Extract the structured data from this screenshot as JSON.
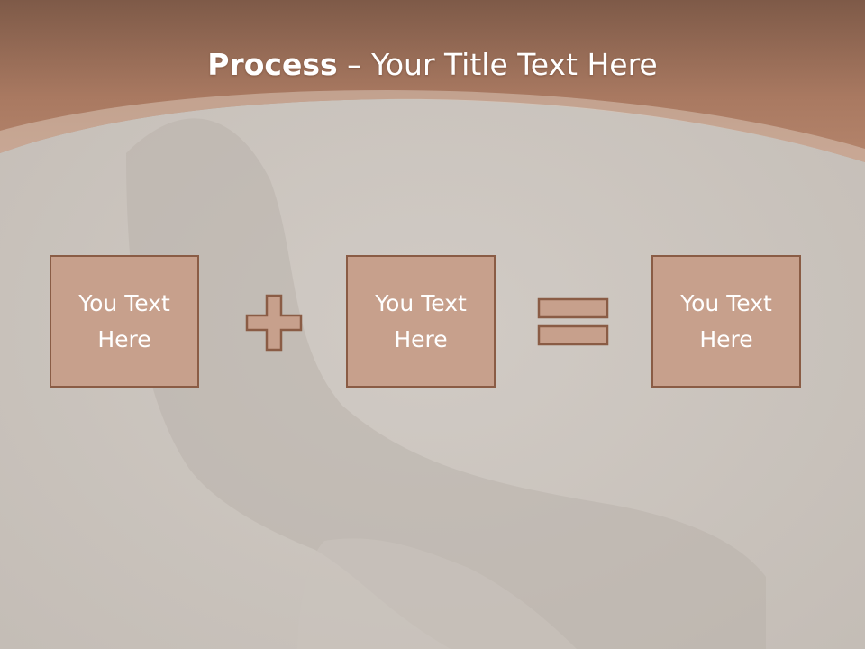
{
  "slide": {
    "title_bold": "Process",
    "title_rest": " – Your Title Text Here",
    "boxes": [
      {
        "label": "You Text Here"
      },
      {
        "label": "You Text Here"
      },
      {
        "label": "You Text Here"
      }
    ],
    "operators": [
      "plus-icon",
      "equals-icon"
    ]
  },
  "colors": {
    "header_brown": "#a8765c",
    "box_fill": "#c7a08c",
    "box_border": "#8a5c45",
    "background": "#cdc7c1",
    "text": "#ffffff"
  }
}
